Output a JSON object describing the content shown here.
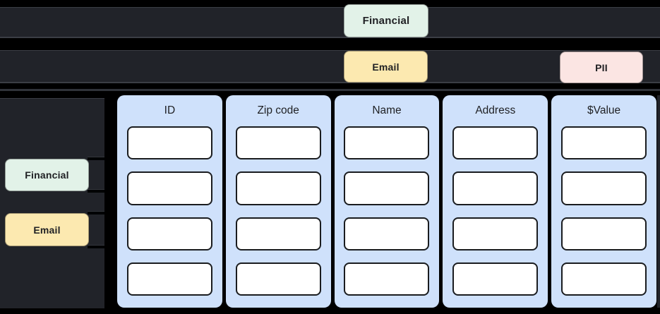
{
  "streams": {
    "bar1_tags": [
      {
        "label": "Financial",
        "color": "#e2f2e8"
      }
    ],
    "bar2_tags": [
      {
        "label": "Email",
        "color": "#fce9b0"
      },
      {
        "label": "PII",
        "color": "#fbe5e3"
      }
    ]
  },
  "sidebar": {
    "tags": [
      {
        "label": "Financial",
        "color": "#e2f2e8"
      },
      {
        "label": "Email",
        "color": "#fce9b0"
      }
    ]
  },
  "table": {
    "columns": [
      {
        "header": "ID",
        "cells": [
          "",
          "",
          "",
          ""
        ]
      },
      {
        "header": "Zip code",
        "cells": [
          "",
          "",
          "",
          ""
        ]
      },
      {
        "header": "Name",
        "cells": [
          "",
          "",
          "",
          ""
        ]
      },
      {
        "header": "Address",
        "cells": [
          "",
          "",
          "",
          ""
        ]
      },
      {
        "header": "$Value",
        "cells": [
          "",
          "",
          "",
          ""
        ]
      }
    ]
  },
  "colors": {
    "background": "#000000",
    "bar": "#212329",
    "bar_highlight": "#3b3e45",
    "column_panel": "#cfe1fb",
    "cell_fill": "#ffffff",
    "cell_border": "#1a1c1f",
    "tag_financial": "#e2f2e8",
    "tag_email": "#fce9b0",
    "tag_pii": "#fbe5e3",
    "text": "#202124"
  }
}
